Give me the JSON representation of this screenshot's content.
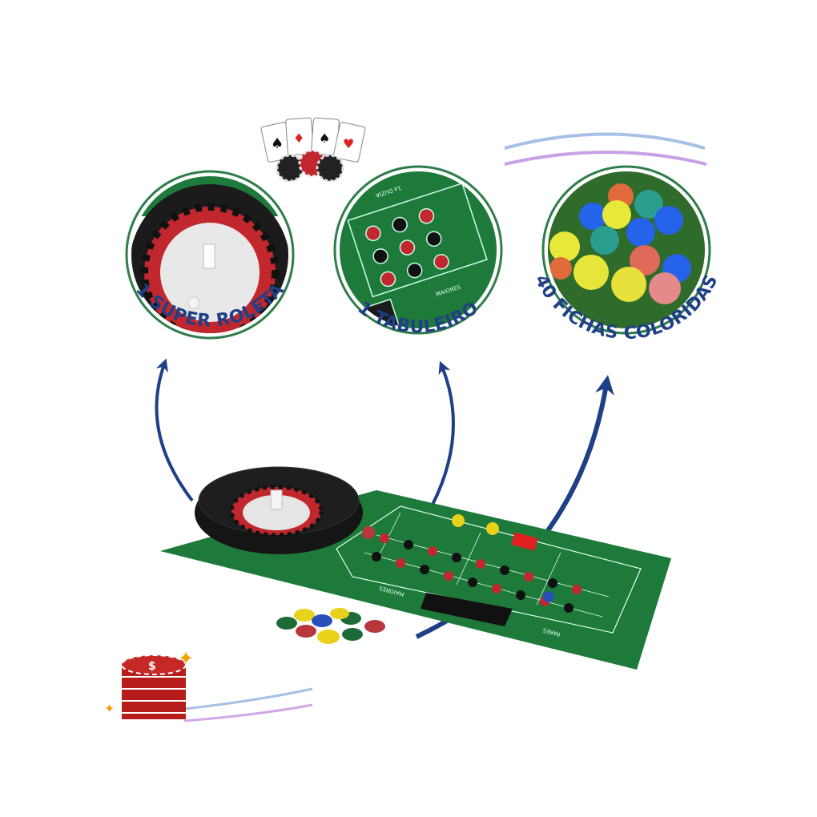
{
  "features": [
    {
      "label": "1 SUPER ROLETA",
      "icon": "roulette-wheel-closeup"
    },
    {
      "label": "1 TABULEIRO",
      "icon": "betting-board-closeup"
    },
    {
      "label": "40 FICHAS COLORIDAS",
      "icon": "colored-chips-closeup"
    }
  ],
  "board": {
    "maiores": "MAIORES",
    "dozen": "1a DUZIA",
    "pares": "PARES"
  },
  "colors": {
    "label": "#1f3f86",
    "felt": "#1e7a3a",
    "ring": "#2e7d4a"
  }
}
